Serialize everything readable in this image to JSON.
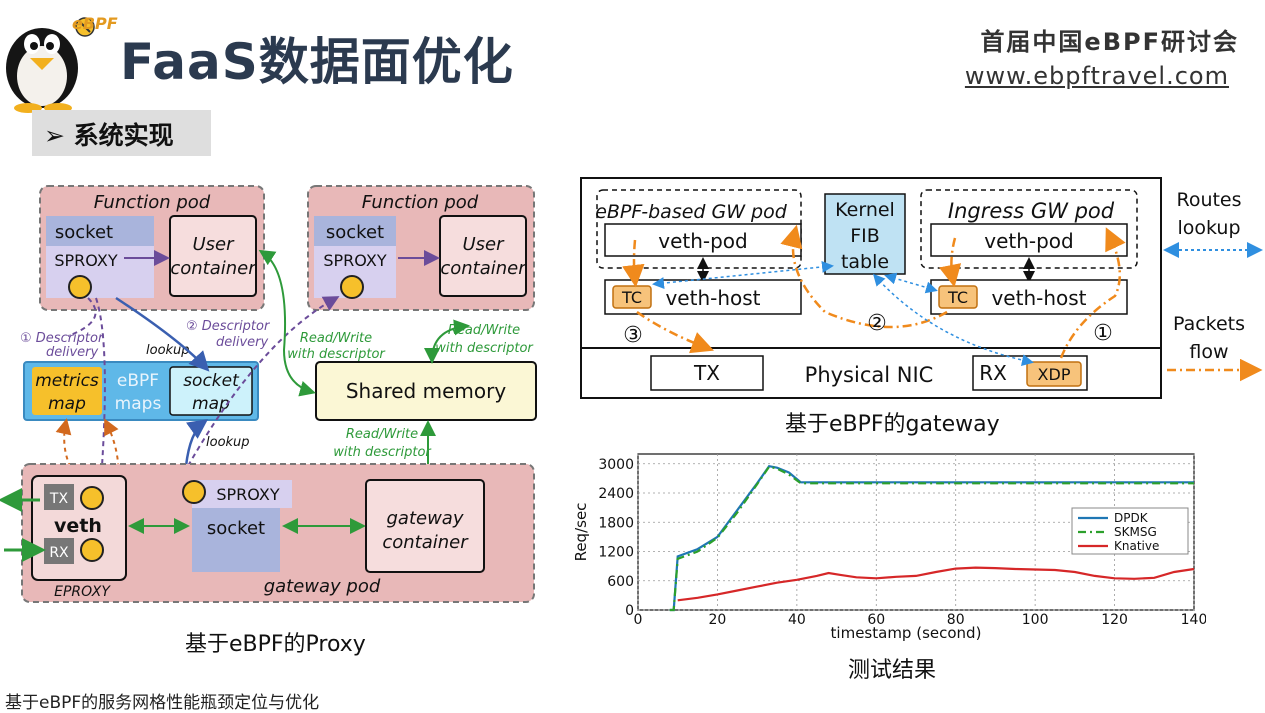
{
  "header": {
    "title": "FaaS数据面优化",
    "logo_text": "eBPF",
    "conference": "首届中国eBPF研讨会",
    "url": "www.ebpftravel.com"
  },
  "section": {
    "label": "➢ 系统实现"
  },
  "proxy_figure": {
    "function_pod_1": "Function pod",
    "function_pod_2": "Function pod",
    "socket_1": "socket",
    "socket_2": "socket",
    "sproxy_1": "SPROXY",
    "sproxy_2": "SPROXY",
    "user_container_1": [
      "User",
      "container"
    ],
    "user_container_2": [
      "User",
      "container"
    ],
    "descriptor_delivery_1": [
      "① Descriptor",
      "delivery"
    ],
    "descriptor_delivery_2": [
      "② Descriptor",
      "delivery"
    ],
    "lookup_1": "lookup",
    "lookup_2": "lookup",
    "read_write_1": [
      "Read/Write",
      "with descriptor"
    ],
    "read_write_2": [
      "Read/Write",
      "with descriptor"
    ],
    "read_write_3": [
      "Read/Write",
      "with descriptor"
    ],
    "metrics_map": [
      "metrics",
      "map"
    ],
    "ebpf_maps": [
      "eBPF",
      "maps"
    ],
    "socket_map": [
      "socket",
      "map"
    ],
    "shared_memory": "Shared memory",
    "tx": "TX",
    "rx": "RX",
    "veth": "veth",
    "eproxy": "EPROXY",
    "sproxy_gw": "SPROXY",
    "socket_gw": "socket",
    "gateway_container": [
      "gateway",
      "container"
    ],
    "gateway_pod": "gateway pod",
    "caption": "基于eBPF的Proxy"
  },
  "gateway_figure": {
    "ebpf_gw_pod": "eBPF-based GW pod",
    "ingress_gw_pod": "Ingress GW pod",
    "veth_pod_1": "veth-pod",
    "veth_pod_2": "veth-pod",
    "veth_host_1": "veth-host",
    "veth_host_2": "veth-host",
    "tc_1": "TC",
    "tc_2": "TC",
    "kernel_fib": [
      "Kernel",
      "FIB",
      "table"
    ],
    "physical_nic": "Physical NIC",
    "tx": "TX",
    "rx": "RX",
    "xdp": "XDP",
    "step1": "①",
    "step2": "②",
    "step3": "③",
    "legend_routes": [
      "Routes",
      "lookup"
    ],
    "legend_packets": [
      "Packets",
      "flow"
    ],
    "caption": "基于eBPF的gateway"
  },
  "chart_caption": "测试结果",
  "chart_data": {
    "type": "line",
    "xlabel": "timestamp (second)",
    "ylabel": "Req/sec",
    "xlim": [
      0,
      140
    ],
    "ylim": [
      0,
      3200
    ],
    "xticks": [
      0,
      20,
      40,
      60,
      80,
      100,
      120,
      140
    ],
    "yticks": [
      0,
      600,
      1200,
      1800,
      2400,
      3000
    ],
    "grid": true,
    "legend_position": "center-right",
    "series": [
      {
        "name": "DPDK",
        "color": "#1f77b4",
        "x": [
          8,
          9,
          10,
          15,
          20,
          25,
          30,
          33,
          35,
          38,
          41,
          45,
          60,
          80,
          100,
          120,
          140
        ],
        "y": [
          0,
          0,
          1100,
          1250,
          1500,
          2050,
          2600,
          2950,
          2920,
          2820,
          2620,
          2620,
          2620,
          2620,
          2620,
          2620,
          2620
        ]
      },
      {
        "name": "SKMSG",
        "color": "#2ca02c",
        "x": [
          8,
          9,
          10,
          15,
          20,
          25,
          30,
          33,
          35,
          38,
          41,
          45,
          60,
          80,
          100,
          120,
          140
        ],
        "y": [
          0,
          0,
          1050,
          1200,
          1480,
          2000,
          2580,
          2940,
          2900,
          2780,
          2600,
          2600,
          2600,
          2600,
          2600,
          2600,
          2600
        ]
      },
      {
        "name": "Knative",
        "color": "#d62728",
        "x": [
          10,
          15,
          20,
          25,
          30,
          35,
          40,
          45,
          48,
          51,
          55,
          60,
          65,
          70,
          75,
          80,
          85,
          90,
          95,
          100,
          105,
          110,
          115,
          120,
          125,
          130,
          135,
          140
        ],
        "y": [
          200,
          250,
          320,
          400,
          480,
          560,
          620,
          700,
          760,
          720,
          670,
          650,
          680,
          700,
          780,
          850,
          870,
          860,
          840,
          830,
          820,
          780,
          700,
          650,
          640,
          660,
          780,
          840
        ]
      }
    ]
  },
  "footer": "基于eBPF的服务网格性能瓶颈定位与优化"
}
